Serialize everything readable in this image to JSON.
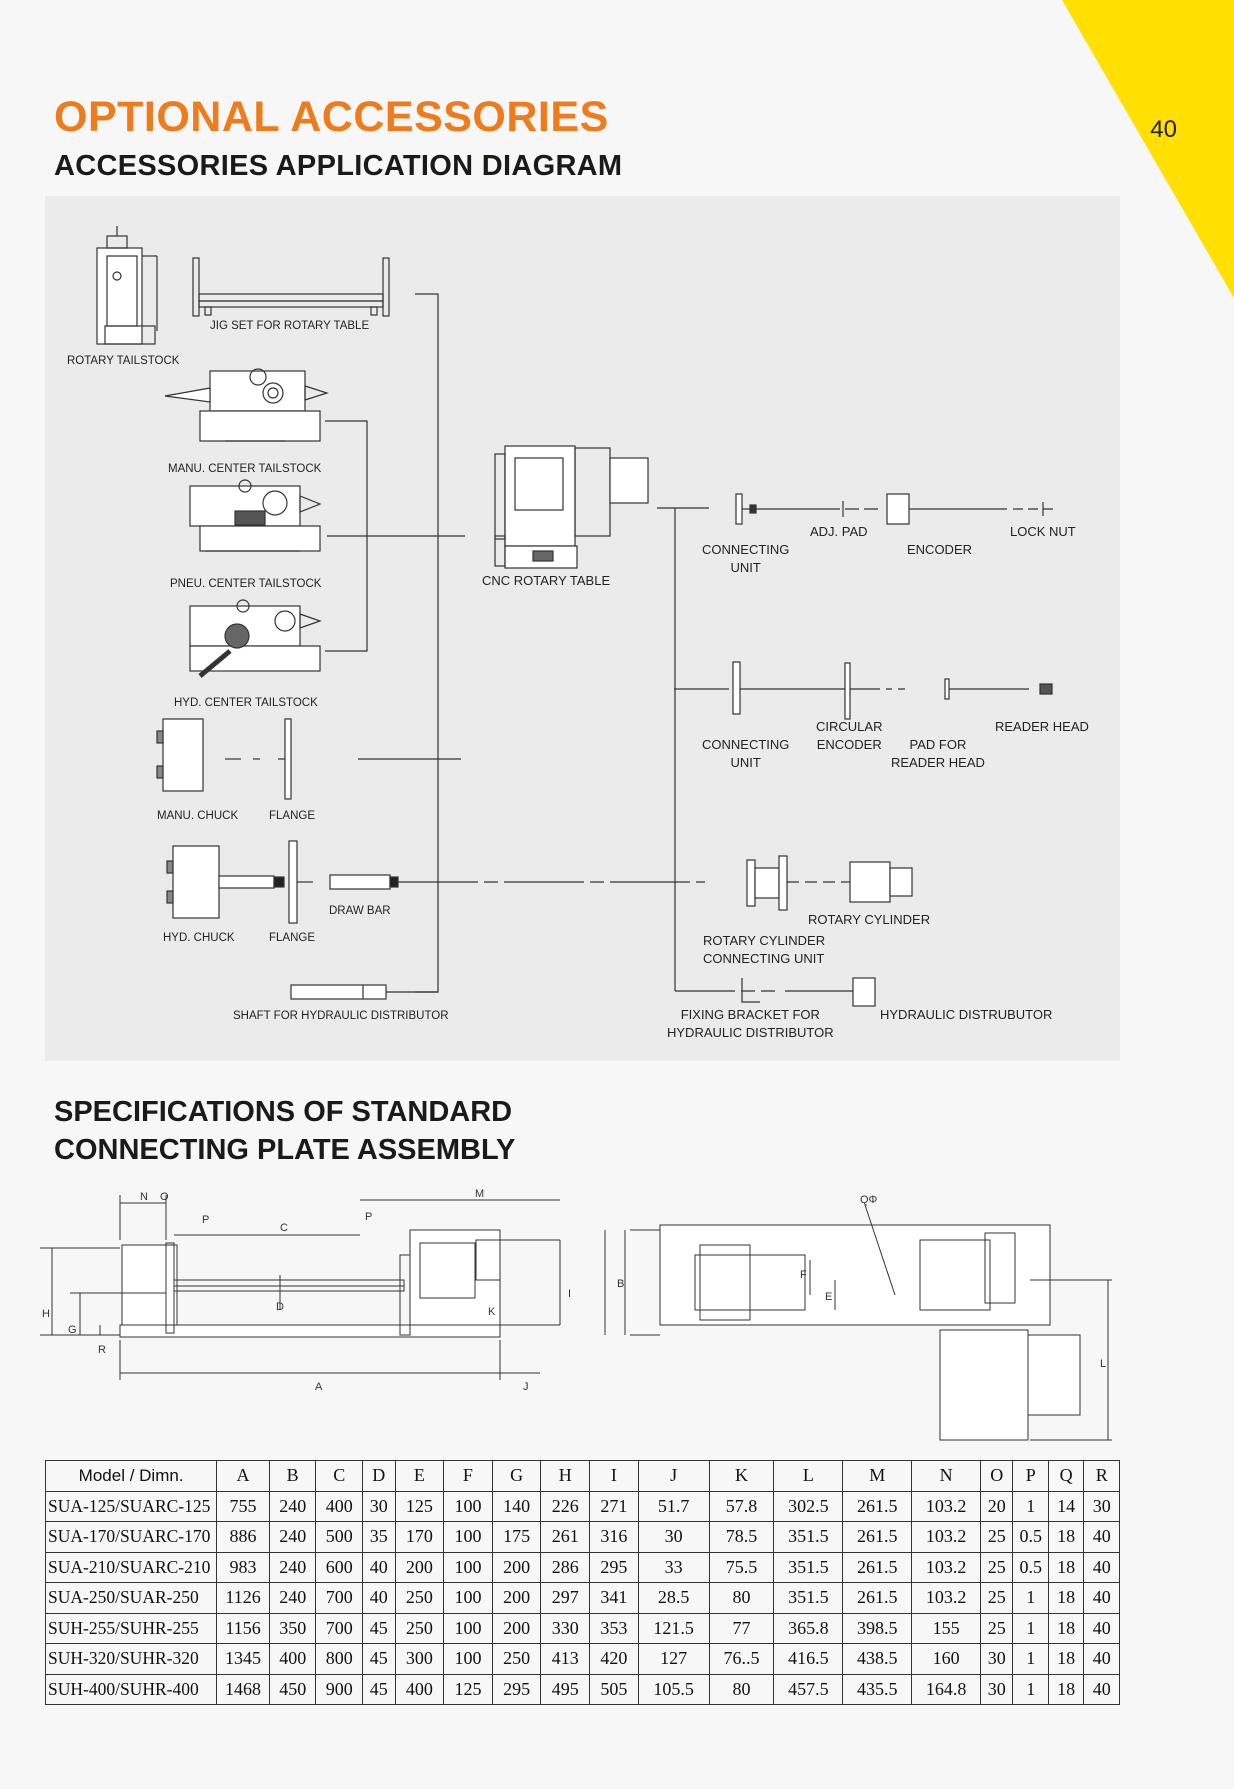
{
  "page_number": "40",
  "accent_color": "#ee7b1c",
  "corner_color": "#ffe000",
  "header": {
    "title": "OPTIONAL ACCESSORIES",
    "subtitle": "ACCESSORIES APPLICATION DIAGRAM"
  },
  "diagram": {
    "labels": {
      "rotary_tailstock": "ROTARY TAILSTOCK",
      "jig_set": "JIG SET FOR ROTARY TABLE",
      "manu_center_tailstock": "MANU. CENTER TAILSTOCK",
      "pneu_center_tailstock": "PNEU. CENTER TAILSTOCK",
      "hyd_center_tailstock": "HYD. CENTER TAILSTOCK",
      "manu_chuck": "MANU. CHUCK",
      "flange_1": "FLANGE",
      "hyd_chuck": "HYD. CHUCK",
      "flange_2": "FLANGE",
      "draw_bar": "DRAW BAR",
      "shaft_hyd_dist": "SHAFT FOR HYDRAULIC DISTRIBUTOR",
      "cnc_rotary_table": "CNC ROTARY TABLE",
      "connecting_unit_1": "CONNECTING\nUNIT",
      "adj_pad": "ADJ. PAD",
      "encoder": "ENCODER",
      "lock_nut": "LOCK NUT",
      "connecting_unit_2": "CONNECTING\nUNIT",
      "circular_encoder": "CIRCULAR\nENCODER",
      "pad_reader_head": "PAD FOR\nREADER HEAD",
      "reader_head": "READER HEAD",
      "rotary_cylinder": "ROTARY CYLINDER",
      "rotary_cyl_conn_unit": "ROTARY CYLINDER\nCONNECTING UNIT",
      "fixing_bracket": "FIXING BRACKET FOR\nHYDRAULIC DISTRIBUTOR",
      "hyd_distributor": "HYDRAULIC DISTRUBUTOR"
    }
  },
  "specs": {
    "title_line1": "SPECIFICATIONS OF STANDARD",
    "title_line2": "CONNECTING PLATE ASSEMBLY",
    "dimension_letters": [
      "N",
      "O",
      "P",
      "M",
      "C",
      "P",
      "A",
      "J",
      "H",
      "G",
      "R",
      "D",
      "K",
      "I",
      "B",
      "F",
      "E",
      "L",
      "QΦ"
    ],
    "columns": [
      "Model / Dimn.",
      "A",
      "B",
      "C",
      "D",
      "E",
      "F",
      "G",
      "H",
      "I",
      "J",
      "K",
      "L",
      "M",
      "N",
      "O",
      "P",
      "Q",
      "R"
    ],
    "rows": [
      [
        "SUA-125/SUARC-125",
        "755",
        "240",
        "400",
        "30",
        "125",
        "100",
        "140",
        "226",
        "271",
        "51.7",
        "57.8",
        "302.5",
        "261.5",
        "103.2",
        "20",
        "1",
        "14",
        "30"
      ],
      [
        "SUA-170/SUARC-170",
        "886",
        "240",
        "500",
        "35",
        "170",
        "100",
        "175",
        "261",
        "316",
        "30",
        "78.5",
        "351.5",
        "261.5",
        "103.2",
        "25",
        "0.5",
        "18",
        "40"
      ],
      [
        "SUA-210/SUARC-210",
        "983",
        "240",
        "600",
        "40",
        "200",
        "100",
        "200",
        "286",
        "295",
        "33",
        "75.5",
        "351.5",
        "261.5",
        "103.2",
        "25",
        "0.5",
        "18",
        "40"
      ],
      [
        "SUA-250/SUAR-250",
        "1126",
        "240",
        "700",
        "40",
        "250",
        "100",
        "200",
        "297",
        "341",
        "28.5",
        "80",
        "351.5",
        "261.5",
        "103.2",
        "25",
        "1",
        "18",
        "40"
      ],
      [
        "SUH-255/SUHR-255",
        "1156",
        "350",
        "700",
        "45",
        "250",
        "100",
        "200",
        "330",
        "353",
        "121.5",
        "77",
        "365.8",
        "398.5",
        "155",
        "25",
        "1",
        "18",
        "40"
      ],
      [
        "SUH-320/SUHR-320",
        "1345",
        "400",
        "800",
        "45",
        "300",
        "100",
        "250",
        "413",
        "420",
        "127",
        "76..5",
        "416.5",
        "438.5",
        "160",
        "30",
        "1",
        "18",
        "40"
      ],
      [
        "SUH-400/SUHR-400",
        "1468",
        "450",
        "900",
        "45",
        "400",
        "125",
        "295",
        "495",
        "505",
        "105.5",
        "80",
        "457.5",
        "435.5",
        "164.8",
        "30",
        "1",
        "18",
        "40"
      ]
    ]
  }
}
